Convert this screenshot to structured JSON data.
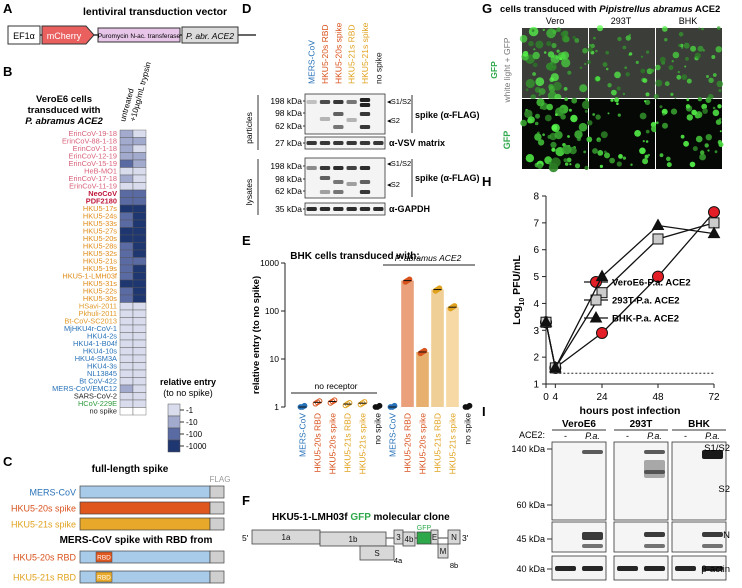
{
  "panel_letters": {
    "A": "A",
    "B": "B",
    "C": "C",
    "D": "D",
    "E": "E",
    "F": "F",
    "G": "G",
    "H": "H",
    "I": "I"
  },
  "panelA": {
    "title": "lentiviral transduction vector",
    "segments": [
      "EF1α",
      "mCherry",
      "Puromycin N-ac. transferase",
      "P. abr. ACE2"
    ],
    "colors": {
      "mcherry": "#e9605e",
      "puro": "#e8c6ea",
      "ace2": "#dcdcdc",
      "promoter": "#ffffff"
    }
  },
  "panelB": {
    "title_lines": [
      "VeroE6 cells",
      "transduced with",
      "P. abramus ACE2"
    ],
    "col_headers": [
      "untreated",
      "+10µg/mL trypsin"
    ],
    "legend_title_lines": [
      "relative entry",
      "(to no spike)"
    ],
    "legend_ticks": [
      "1",
      "10",
      "100",
      "1000"
    ],
    "rows": [
      {
        "name": "ErinCoV-19-18",
        "color": "#d9627b",
        "v": [
          2,
          1
        ]
      },
      {
        "name": "ErinCoV-88-1-18",
        "color": "#d9627b",
        "v": [
          2,
          2
        ]
      },
      {
        "name": "ErinCoV-1-18",
        "color": "#d9627b",
        "v": [
          2,
          1
        ]
      },
      {
        "name": "ErinCoV-12-19",
        "color": "#d9627b",
        "v": [
          2,
          2
        ]
      },
      {
        "name": "ErinCoV-15-19",
        "color": "#d9627b",
        "v": [
          3,
          2
        ]
      },
      {
        "name": "HeB-MO1",
        "color": "#d9627b",
        "v": [
          1,
          1
        ]
      },
      {
        "name": "ErinCoV-17-18",
        "color": "#d9627b",
        "v": [
          2,
          1
        ]
      },
      {
        "name": "ErinCoV-11-19",
        "color": "#d9627b",
        "v": [
          1,
          1
        ]
      },
      {
        "name": "NeoCoV",
        "color": "#c0173b",
        "v": [
          3,
          3
        ]
      },
      {
        "name": "PDF2180",
        "color": "#c0173b",
        "v": [
          3,
          3
        ]
      },
      {
        "name": "HKU5-17s",
        "color": "#e08a16",
        "v": [
          4,
          4
        ]
      },
      {
        "name": "HKU5-24s",
        "color": "#e08a16",
        "v": [
          3,
          4
        ]
      },
      {
        "name": "HKU5-33s",
        "color": "#e08a16",
        "v": [
          3,
          4
        ]
      },
      {
        "name": "HKU5-27s",
        "color": "#e08a16",
        "v": [
          4,
          4
        ]
      },
      {
        "name": "HKU5-20s",
        "color": "#e08a16",
        "v": [
          4,
          4
        ]
      },
      {
        "name": "HKU5-28s",
        "color": "#e08a16",
        "v": [
          3,
          4
        ]
      },
      {
        "name": "HKU5-32s",
        "color": "#e08a16",
        "v": [
          3,
          4
        ]
      },
      {
        "name": "HKU5-21s",
        "color": "#e08a16",
        "v": [
          3,
          3
        ]
      },
      {
        "name": "HKU5-19s",
        "color": "#e08a16",
        "v": [
          3,
          4
        ]
      },
      {
        "name": "HKU5-1-LMH03f",
        "color": "#e08a16",
        "v": [
          3,
          4
        ]
      },
      {
        "name": "HKU5-31s",
        "color": "#e08a16",
        "v": [
          4,
          4
        ]
      },
      {
        "name": "HKU5-22s",
        "color": "#e08a16",
        "v": [
          3,
          4
        ]
      },
      {
        "name": "HKU5-30s",
        "color": "#e08a16",
        "v": [
          3,
          4
        ]
      },
      {
        "name": "HSavi-2011",
        "color": "#e09a2b",
        "v": [
          1,
          1
        ]
      },
      {
        "name": "Pkhuli-2011",
        "color": "#e09a2b",
        "v": [
          1,
          1
        ]
      },
      {
        "name": "Bt-CoV-SC2013",
        "color": "#e09a2b",
        "v": [
          1,
          1
        ]
      },
      {
        "name": "MjHKU4r-CoV-1",
        "color": "#2872b8",
        "v": [
          1,
          1
        ]
      },
      {
        "name": "HKU4-2s",
        "color": "#2872b8",
        "v": [
          1,
          1
        ]
      },
      {
        "name": "HKU4-1-B04f",
        "color": "#2872b8",
        "v": [
          1,
          1
        ]
      },
      {
        "name": "HKU4-10s",
        "color": "#2872b8",
        "v": [
          1,
          1
        ]
      },
      {
        "name": "HKU4-SM3A",
        "color": "#2872b8",
        "v": [
          1,
          1
        ]
      },
      {
        "name": "HKU4-3s",
        "color": "#2872b8",
        "v": [
          1,
          1
        ]
      },
      {
        "name": "NL13845",
        "color": "#2872b8",
        "v": [
          1,
          1
        ]
      },
      {
        "name": "Bt CoV-422",
        "color": "#2872b8",
        "v": [
          1,
          1
        ]
      },
      {
        "name": "MERS-CoV/EMC12",
        "color": "#2872b8",
        "v": [
          2,
          1
        ]
      },
      {
        "name": "SARS-CoV-2",
        "color": "#222222",
        "v": [
          1,
          1
        ]
      },
      {
        "name": "HCoV-229E",
        "color": "#2e9a3a",
        "v": [
          1,
          1
        ]
      },
      {
        "name": "no spike",
        "color": "#222222",
        "v": [
          0,
          0
        ]
      }
    ],
    "scale": [
      "#ffffff",
      "#d9dcec",
      "#a2aacd",
      "#5a6aa3",
      "#1f3770"
    ]
  },
  "panelC": {
    "title": "full-length spike",
    "flag": "FLAG",
    "spikes": [
      {
        "label": "MERS-CoV",
        "color": "#2872b8",
        "fill": "#a9cbea"
      },
      {
        "label": "HKU5-20s spike",
        "color": "#d8521c",
        "fill": "#e0571e"
      },
      {
        "label": "HKU5-21s spike",
        "color": "#e0a21e",
        "fill": "#e8a82a"
      }
    ],
    "rbd_title": "MERS-CoV spike with RBD from",
    "rbd": [
      {
        "label": "HKU5-20s RBD",
        "color": "#d8521c",
        "fill": "#e0571e"
      },
      {
        "label": "HKU5-21s RBD",
        "color": "#e0a21e",
        "fill": "#e8a82a"
      }
    ],
    "rbd_box": "RBD"
  },
  "panelD": {
    "lanes": [
      {
        "label": "MERS-CoV",
        "color": "#2872b8"
      },
      {
        "label": "HKU5-20s RBD",
        "color": "#d8521c"
      },
      {
        "label": "HKU5-20s spike",
        "color": "#d8521c"
      },
      {
        "label": "HKU5-21s RBD",
        "color": "#e0a21e"
      },
      {
        "label": "HKU5-21s spike",
        "color": "#e0a21e"
      },
      {
        "label": "no spike",
        "color": "#111111"
      }
    ],
    "particles": "particles",
    "lysates": "lysates",
    "mw_particles": [
      "198 kDa",
      "98 kDa",
      "62 kDa"
    ],
    "mw_vsv": "27 kDa",
    "mw_lysates": [
      "198 kDa",
      "98 kDa",
      "62 kDa"
    ],
    "mw_gapdh": "35 kDa",
    "s1s2": "S1/S2",
    "s2": "S2",
    "spike_label": "spike",
    "spike_ab": "(α-FLAG)",
    "vsv": "α-VSV matrix",
    "gapdh": "α-GAPDH"
  },
  "panelE": {
    "chart_data": {
      "type": "scatter",
      "title": "BHK cells transduced with:",
      "ylabel": "relative entry (to no spike)",
      "yscale": "log",
      "ylim": [
        1,
        1000
      ],
      "yticks": [
        "1",
        "10",
        "100",
        "1000"
      ],
      "group_labels": [
        "no receptor",
        "P. abramus ACE2"
      ],
      "categories": [
        "MERS-CoV",
        "HKU5-20s RBD",
        "HKU5-20s spike",
        "HKU5-21s RBD",
        "HKU5-21s spike",
        "no spike",
        "MERS-CoV",
        "HKU5-20s RBD",
        "HKU5-20s spike",
        "HKU5-21s RBD",
        "HKU5-21s spike",
        "no spike"
      ],
      "colors": [
        "#2872b8",
        "#d8521c",
        "#d8521c",
        "#e0a21e",
        "#e0a21e",
        "#111111",
        "#2872b8",
        "#d8521c",
        "#d8521c",
        "#e0a21e",
        "#e0a21e",
        "#111111"
      ],
      "values": [
        1.0,
        1.25,
        1.3,
        1.15,
        1.2,
        1.0,
        1.0,
        430,
        14,
        280,
        120,
        1.0
      ],
      "bar_fills": [
        "",
        "",
        "",
        "",
        "",
        "",
        "#f3a98a",
        "#e9a07b",
        "#e7b06e",
        "#f0cf96",
        "#f6d9a5",
        ""
      ]
    }
  },
  "panelF": {
    "title_pre": "HKU5-1-LMH03f ",
    "title_gfp": "GFP",
    "title_post": " molecular clone",
    "genes": [
      "1a",
      "1b",
      "S",
      "3",
      "4b",
      "E",
      "N",
      "4a",
      "M",
      "8b",
      "GFP"
    ],
    "five": "5'",
    "three": "3'"
  },
  "panelG": {
    "title_pre": "cells transduced with ",
    "title_species": "Pipistrellus abramus",
    "title_post": " ACE2",
    "cols": [
      "Vero",
      "293T",
      "BHK"
    ],
    "rows": [
      "white light + GFP",
      "GFP"
    ],
    "row1_plus": "+",
    "row1_gfp": "GFP"
  },
  "panelH": {
    "chart_data": {
      "type": "line",
      "xlabel": "hours post infection",
      "ylabel": "Log10 PFU/mL",
      "xticks": [
        "0",
        "4",
        "24",
        "48",
        "72"
      ],
      "yticks": [
        "1",
        "2",
        "3",
        "4",
        "5",
        "6",
        "7",
        "8"
      ],
      "xlim": [
        0,
        72
      ],
      "ylim": [
        1,
        8
      ],
      "limit_of_detection": 1.4,
      "series": [
        {
          "name": "VeroE6-P.a. ACE2",
          "marker": "circle",
          "color": "#e41e26",
          "x": [
            0,
            4,
            24,
            48,
            72
          ],
          "y": [
            3.3,
            1.6,
            2.9,
            5.0,
            7.4
          ]
        },
        {
          "name": "293T-P.a. ACE2",
          "marker": "square",
          "color": "#cccccc",
          "x": [
            0,
            4,
            24,
            48,
            72
          ],
          "y": [
            3.3,
            1.6,
            4.4,
            6.4,
            7.0
          ]
        },
        {
          "name": "BHK-P.a. ACE2",
          "marker": "triangle",
          "color": "#111111",
          "x": [
            0,
            4,
            24,
            48,
            72
          ],
          "y": [
            3.3,
            1.6,
            5.0,
            6.9,
            6.6
          ]
        }
      ]
    }
  },
  "panelI": {
    "groups": [
      "VeroE6",
      "293T",
      "BHK"
    ],
    "ace2_label": "ACE2:",
    "lanes": [
      "-",
      "P.a.",
      "-",
      "P.a.",
      "-",
      "P.a."
    ],
    "mw": [
      "140 kDa",
      "60 kDa",
      "45 kDa",
      "40 kDa"
    ],
    "s1s2": "S1/S2",
    "s2": "S2",
    "n": "N",
    "actin": "β-actin"
  }
}
